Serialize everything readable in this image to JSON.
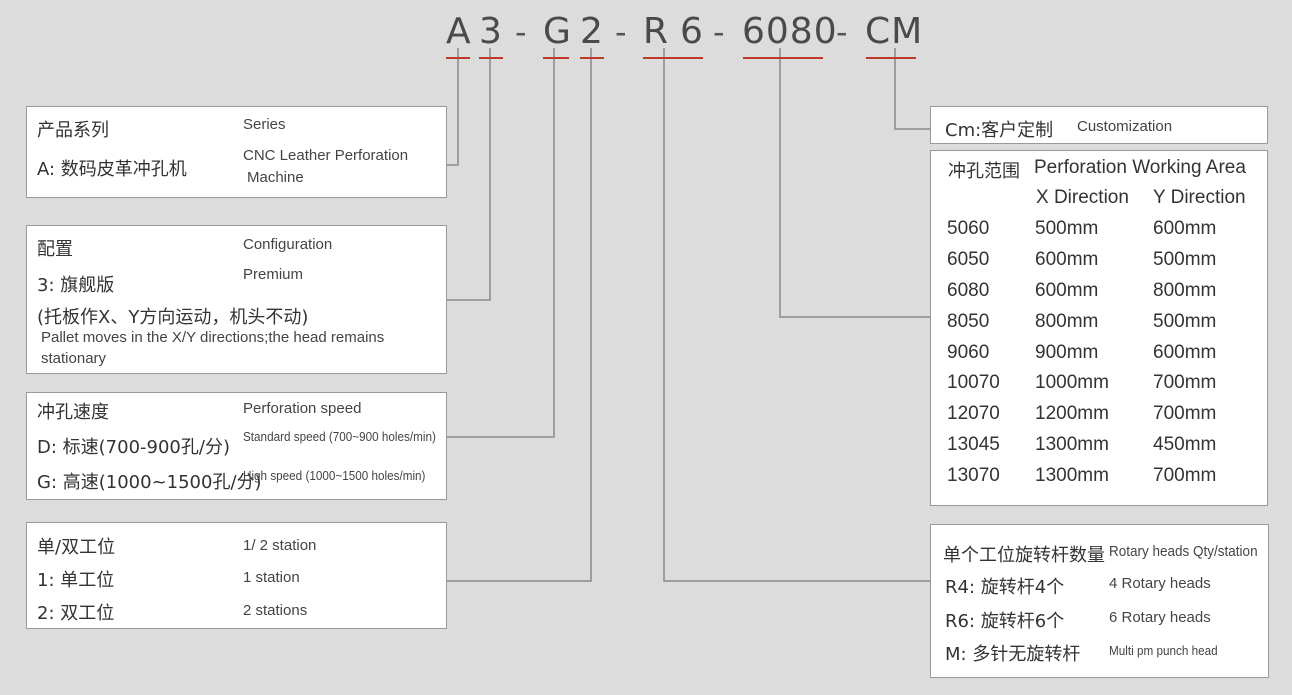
{
  "model_code": {
    "a": "A",
    "three": "3",
    "g": "G",
    "two": "2",
    "r": "R",
    "six": "6",
    "size": "6080",
    "cm": "CM",
    "dash": "-"
  },
  "series_box": {
    "zh_title": "产品系列",
    "en_title": "Series",
    "zh_item": "A: 数码皮革冲孔机",
    "en_item_line1": "CNC Leather Perforation",
    "en_item_line2": "Machine"
  },
  "config_box": {
    "zh_title": "配置",
    "en_title": "Configuration",
    "zh_item": "3: 旗舰版",
    "en_item": "Premium",
    "zh_note": "(托板作X、Y方向运动，机头不动)",
    "en_note_line1": "Pallet moves in the X/Y directions;the head remains",
    "en_note_line2": "stationary"
  },
  "speed_box": {
    "zh_title": "冲孔速度",
    "en_title": "Perforation speed",
    "zh_d": "D: 标速(700-900孔/分)",
    "en_d": "Standard speed (700~900 holes/min)",
    "zh_g": "G: 高速(1000~1500孔/分)",
    "en_g": "High speed (1000~1500 holes/min)"
  },
  "station_box": {
    "zh_title": "单/双工位",
    "en_title": "1/ 2 station",
    "zh_1": "1: 单工位",
    "en_1": "1 station",
    "zh_2": "2: 双工位",
    "en_2": "2 stations"
  },
  "cm_box": {
    "zh": "Cm:客户定制",
    "en": "Customization"
  },
  "area_table": {
    "zh_title": "冲孔范围",
    "header_line1": "Perforation  Working Area",
    "header_x": "X Direction",
    "header_y": "Y Direction",
    "rows": [
      {
        "code": "5060",
        "x": "500mm",
        "y": "600mm"
      },
      {
        "code": "6050",
        "x": "600mm",
        "y": "500mm"
      },
      {
        "code": "6080",
        "x": "600mm",
        "y": "800mm"
      },
      {
        "code": "8050",
        "x": "800mm",
        "y": "500mm"
      },
      {
        "code": "9060",
        "x": "900mm",
        "y": "600mm"
      },
      {
        "code": "10070",
        "x": "1000mm",
        "y": "700mm"
      },
      {
        "code": "12070",
        "x": "1200mm",
        "y": "700mm"
      },
      {
        "code": "13045",
        "x": "1300mm",
        "y": "450mm"
      },
      {
        "code": "13070",
        "x": "1300mm",
        "y": "700mm"
      }
    ]
  },
  "rotary_box": {
    "zh_title": "单个工位旋转杆数量",
    "en_title": "Rotary heads Qty/station",
    "zh_r4": "R4: 旋转杆4个",
    "en_r4": "4 Rotary heads",
    "zh_r6": "R6: 旋转杆6个",
    "en_r6": "6 Rotary heads",
    "zh_m": "M: 多针无旋转杆",
    "en_m": "Multi pm  punch  head"
  },
  "colors": {
    "underline": "#c0392b",
    "connector": "#8a8a8a",
    "background": "#dcdcdc"
  }
}
